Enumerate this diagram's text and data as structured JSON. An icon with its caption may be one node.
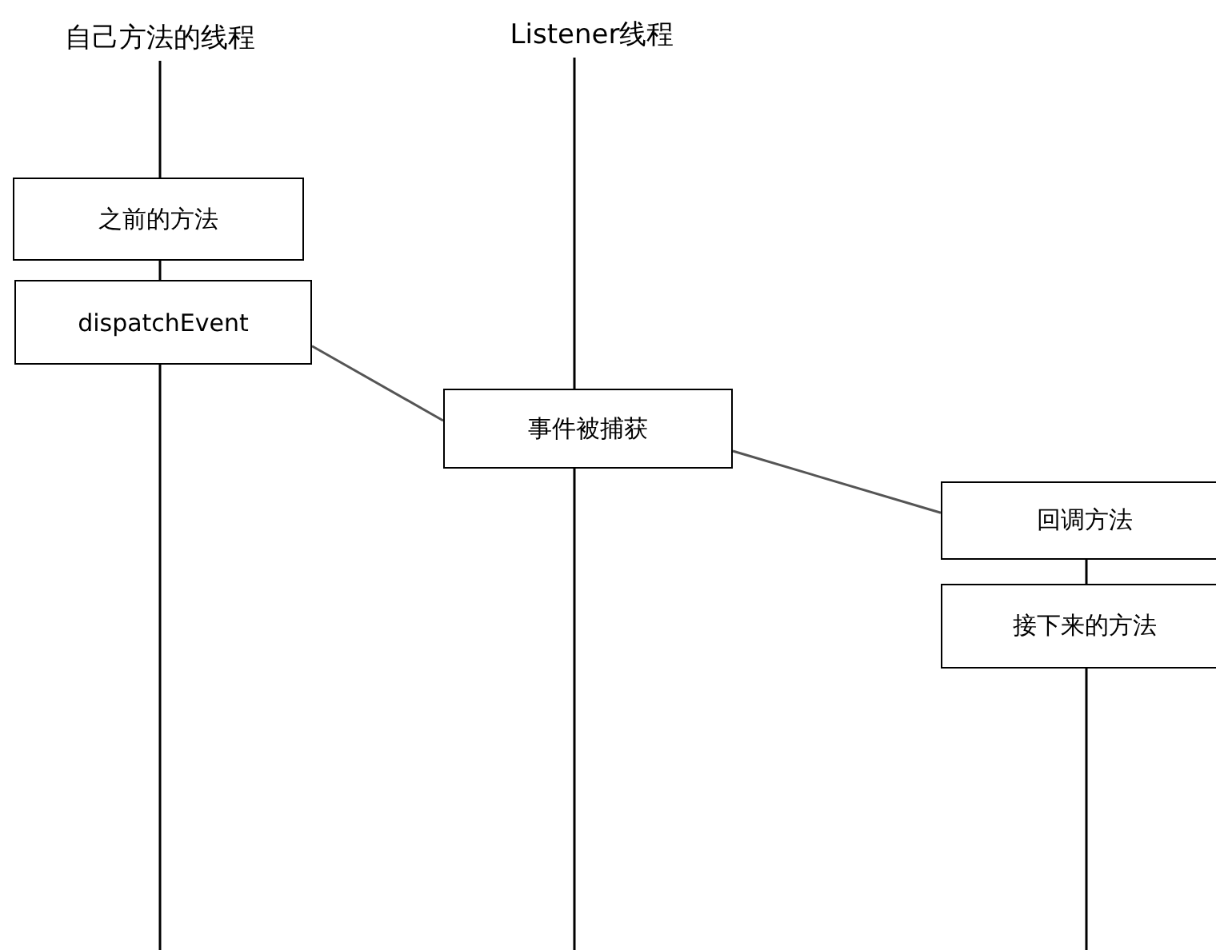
{
  "diagram": {
    "nodes": [
      {
        "text": [
          "自己方法的线程"
        ]
      },
      {
        "text": [
          "Listener线程"
        ]
      },
      {
        "text": [
          "之前的方法"
        ]
      },
      {
        "text": [
          "dispatchEvent"
        ]
      },
      {
        "text": [
          "事件被捕获"
        ]
      },
      {
        "text": [
          "回调方法"
        ]
      },
      {
        "text": [
          "接下来的方法"
        ]
      }
    ],
    "edges": [
      {
        "from": 0,
        "to": 2,
        "arrow": "none"
      },
      {
        "from": 2,
        "to": 3,
        "arrow": "none"
      },
      {
        "from": 3,
        "to": null,
        "arrow": "none"
      },
      {
        "from": 1,
        "to": 4,
        "arrow": "none"
      },
      {
        "from": 4,
        "to": null,
        "arrow": "none"
      },
      {
        "from": 3,
        "to": 4,
        "arrow": "none"
      },
      {
        "from": 4,
        "to": 5,
        "arrow": "none"
      },
      {
        "from": 5,
        "to": 6,
        "arrow": "none"
      },
      {
        "from": 6,
        "to": null,
        "arrow": "none"
      }
    ]
  }
}
